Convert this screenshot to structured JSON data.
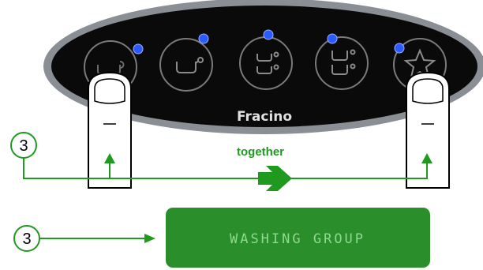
{
  "brand": "Fracino",
  "instruction": "together",
  "display_message": "WASHING GROUP",
  "step_number": "3",
  "buttons": [
    {
      "icon": "single-cup-icon",
      "led": "blue"
    },
    {
      "icon": "large-cup-icon",
      "led": "blue"
    },
    {
      "icon": "two-small-cups-icon",
      "led": "blue"
    },
    {
      "icon": "two-large-cups-icon",
      "led": "blue"
    },
    {
      "icon": "star-icon",
      "led": "blue"
    }
  ],
  "colors": {
    "panel": "#0a0a0a",
    "panel_rim": "#8a8f96",
    "led": "#2a5bff",
    "arrow_green": "#1f9a1f",
    "display_bg": "#2a8f2a",
    "display_text": "#8fd88f"
  }
}
